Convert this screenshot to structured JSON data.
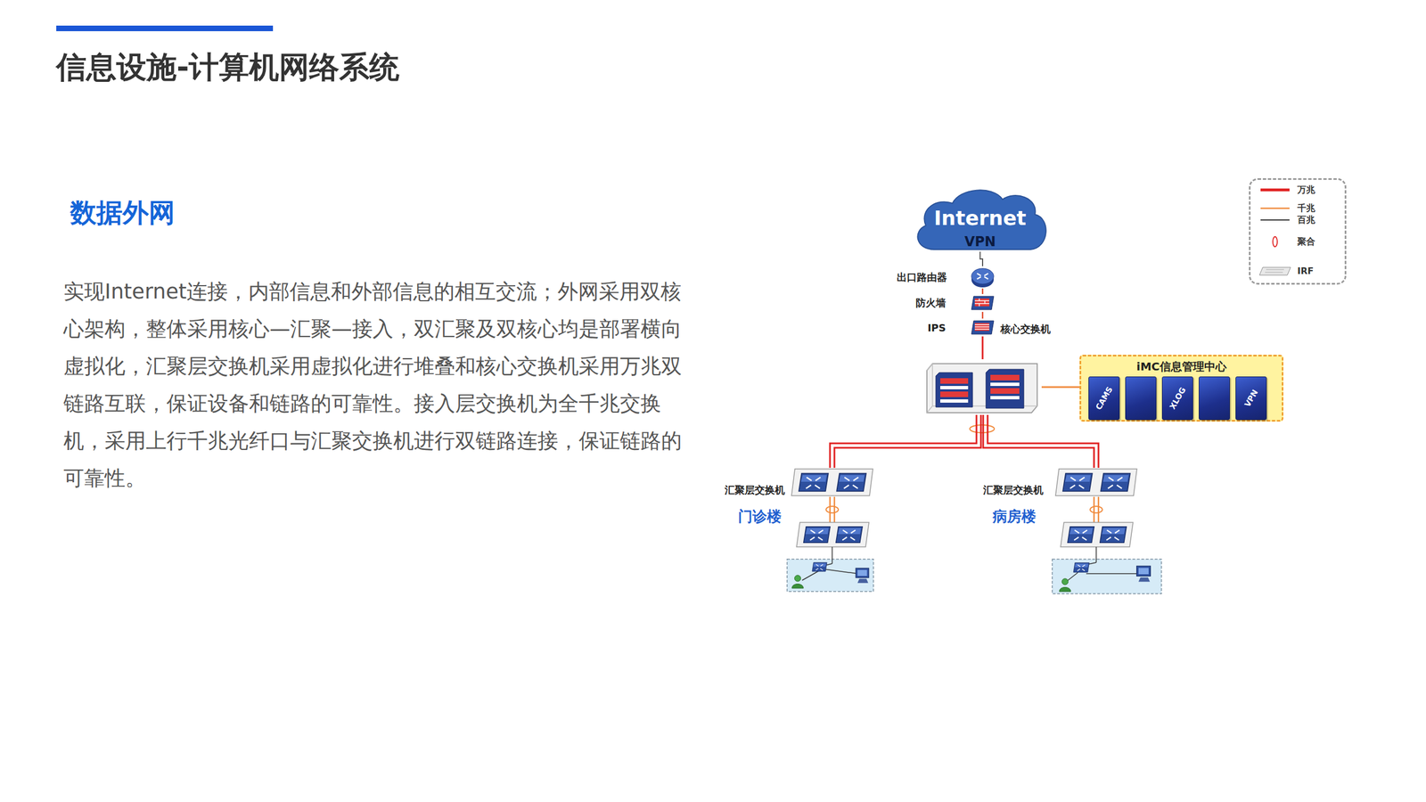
{
  "diagram": {
    "title": "信息设施-计算机网络系统",
    "nodes": [
      {
        "text": [
          "Internet",
          "VPN"
        ]
      },
      {
        "text": [
          "出口路由器"
        ]
      },
      {
        "text": [
          "防火墙"
        ]
      },
      {
        "text": [
          "IPS"
        ]
      },
      {
        "text": [
          "核心交换机"
        ]
      },
      {
        "text": [
          "iMC信息管理中心"
        ]
      },
      {
        "text": [
          "CAMS"
        ],
        "in": 5
      },
      {
        "text": [
          "XLOG"
        ],
        "in": 5
      },
      {
        "text": [
          "VPN"
        ],
        "in": 5
      },
      {
        "text": [
          "汇聚层交换机",
          "门诊楼"
        ]
      },
      {
        "text": [
          "汇聚层交换机",
          "病房楼"
        ]
      }
    ],
    "edges": [
      {
        "from": 0,
        "to": 1,
        "arrow": "none"
      },
      {
        "from": 1,
        "to": 2,
        "arrow": "none"
      },
      {
        "from": 2,
        "to": 3,
        "arrow": "none"
      },
      {
        "from": 3,
        "to": 4,
        "arrow": "none"
      },
      {
        "from": 4,
        "to": 5,
        "arrow": "none"
      },
      {
        "from": 4,
        "to": 9,
        "arrow": "none"
      },
      {
        "from": 4,
        "to": 10,
        "arrow": "none"
      }
    ],
    "labels": [
      "数据外网",
      "实现Internet连接，内部信息和外部信息的相互交流；外网采用双核心架构，整体采用核心—汇聚—接入，双汇聚及双核心均是部署横向虚拟化，汇聚层交换机采用虚拟化进行堆叠和核心交换机采用万兆双链路互联，保证设备和链路的可靠性。接入层交换机为全千兆交换机，采用上行千兆光纤口与汇聚交换机进行双链路连接，保证链路的可靠性。"
    ],
    "legend": [
      {
        "text": "万兆"
      },
      {
        "text": "千兆"
      },
      {
        "text": "百兆"
      },
      {
        "text": "聚合"
      },
      {
        "text": "IRF"
      }
    ]
  }
}
